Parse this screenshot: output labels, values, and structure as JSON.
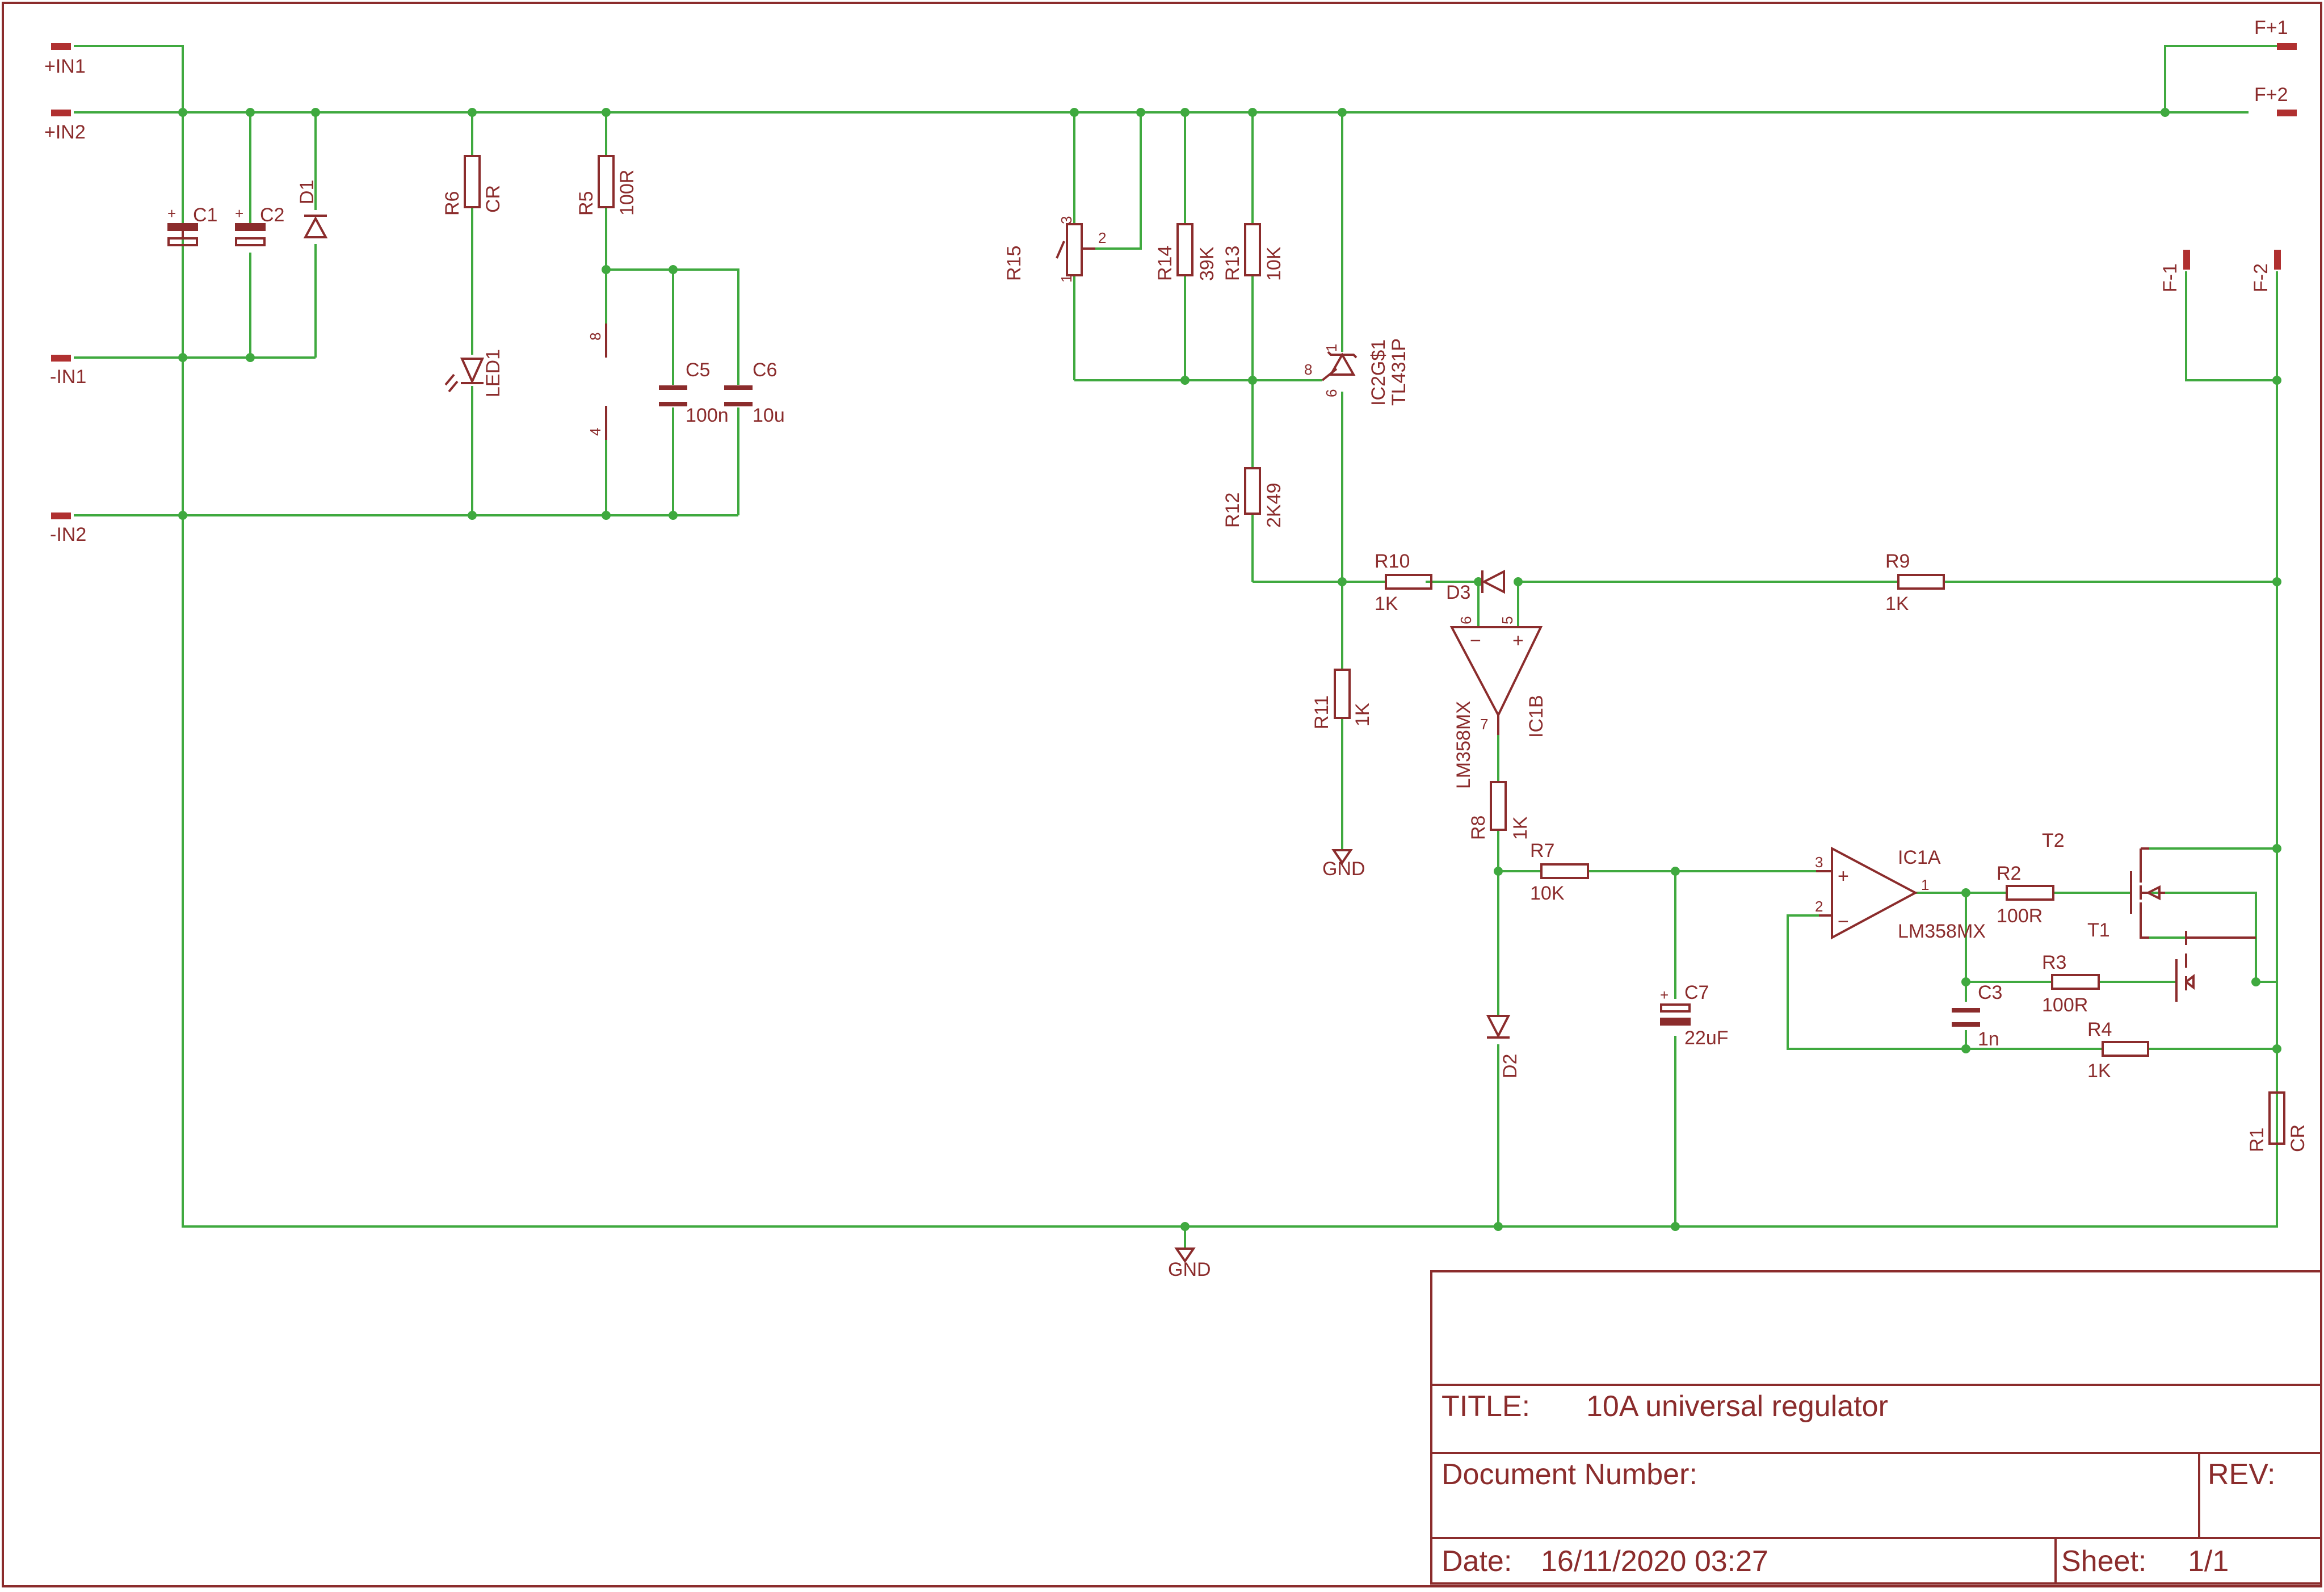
{
  "ports": {
    "in1_pos": "+IN1",
    "in2_pos": "+IN2",
    "in1_neg": "-IN1",
    "in2_neg": "-IN2",
    "f1_pos": "F+1",
    "f2_pos": "F+2",
    "f1_neg": "F-1",
    "f2_neg": "F-2",
    "gnd1": "GND",
    "gnd2": "GND"
  },
  "components": {
    "c1": "C1",
    "c2": "C2",
    "d1": "D1",
    "r6": "R6",
    "r6_val": "CR",
    "led1": "LED1",
    "r5": "R5",
    "r5_val": "100R",
    "c5": "C5",
    "c5_val": "100n",
    "c6": "C6",
    "c6_val": "10u",
    "pin8": "8",
    "pin4": "4",
    "r15": "R15",
    "r15_p1": "1",
    "r15_p2": "2",
    "r15_p3": "3",
    "r14": "R14",
    "r14_val": "39K",
    "r13": "R13",
    "r13_val": "10K",
    "ic2": "IC2G$1",
    "ic2_val": "TL431P",
    "ic2_p8": "8",
    "ic2_p1": "1",
    "ic2_p6": "6",
    "r12": "R12",
    "r12_val": "2K49",
    "r10": "R10",
    "r10_val": "1K",
    "d3": "D3",
    "ic1b_p6": "6",
    "ic1b_p5": "5",
    "ic1b_p7": "7",
    "ic1b": "IC1B",
    "ic1b_val": "LM358MX",
    "r9": "R9",
    "r9_val": "1K",
    "r11": "R11",
    "r11_val": "1K",
    "r8": "R8",
    "r8_val": "1K",
    "r7": "R7",
    "r7_val": "10K",
    "c7": "C7",
    "c7_val": "22uF",
    "d2": "D2",
    "ic1a": "IC1A",
    "ic1a_val": "LM358MX",
    "ic1a_p3": "3",
    "ic1a_p2": "2",
    "ic1a_p1": "1",
    "r2": "R2",
    "r2_val": "100R",
    "r3": "R3",
    "r3_val": "100R",
    "t2": "T2",
    "t1": "T1",
    "c3": "C3",
    "c3_val": "1n",
    "r4": "R4",
    "r4_val": "1K",
    "r1": "R1",
    "r1_val": "CR"
  },
  "title_block": {
    "title_label": "TITLE:",
    "title": "10A universal regulator",
    "docnum_label": "Document Number:",
    "rev_label": "REV:",
    "date_label": "Date:",
    "date": "16/11/2020 03:27",
    "sheet_label": "Sheet:",
    "sheet": "1/1"
  },
  "colors": {
    "wire": "#3fa93f",
    "symbol": "#8b2c2c",
    "junction": "#3fa93f",
    "frame": "#8b2c2c",
    "background": "#ffffff"
  }
}
